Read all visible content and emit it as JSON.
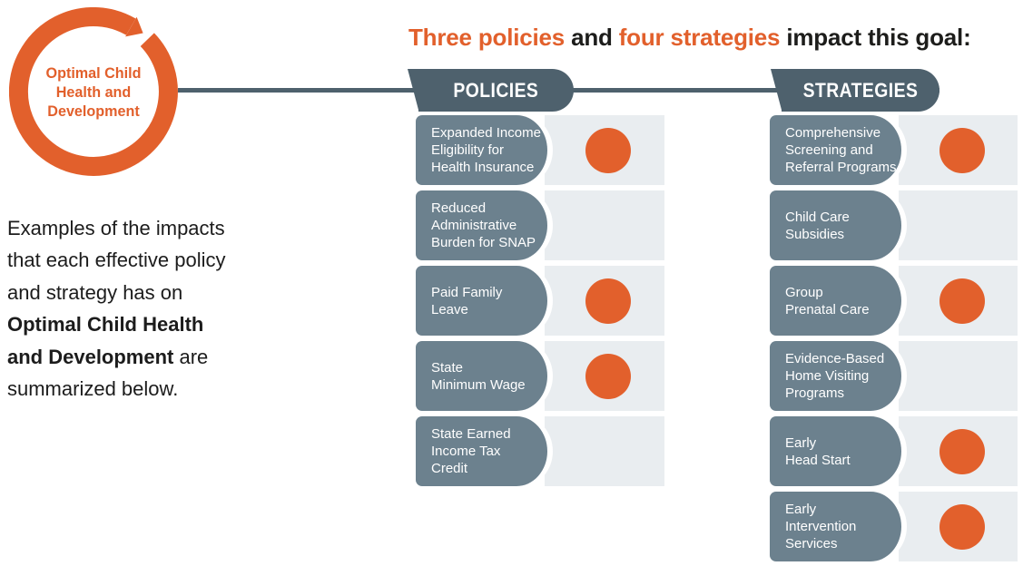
{
  "title": {
    "segments": [
      {
        "text": "Three policies",
        "emphasis": true
      },
      {
        "text": " and ",
        "emphasis": false
      },
      {
        "text": "four strategies",
        "emphasis": true
      },
      {
        "text": " impact this goal:",
        "emphasis": false
      }
    ]
  },
  "goal_badge": {
    "lines": [
      "Optimal Child",
      "Health and",
      "Development"
    ],
    "icon": "circular-arrow-ring"
  },
  "note": {
    "lines": [
      {
        "bold": "",
        "normal": "Examples of the impacts"
      },
      {
        "bold": "",
        "normal": "that each effective policy"
      },
      {
        "bold": "",
        "normal": "and strategy has on"
      },
      {
        "bold": "Optimal Child Health",
        "normal": ""
      },
      {
        "bold": "and Development",
        "normal": " are"
      },
      {
        "bold": "",
        "normal": "summarized below."
      }
    ]
  },
  "columns": [
    {
      "id": "policies",
      "header": "POLICIES",
      "items": [
        {
          "label_lines": [
            "Expanded Income",
            "Eligibility for",
            "Health Insurance"
          ],
          "impact": true
        },
        {
          "label_lines": [
            "Reduced",
            "Administrative",
            "Burden for SNAP"
          ],
          "impact": false
        },
        {
          "label_lines": [
            "Paid Family",
            "Leave"
          ],
          "impact": true
        },
        {
          "label_lines": [
            "State",
            "Minimum Wage"
          ],
          "impact": true
        },
        {
          "label_lines": [
            "State Earned",
            "Income Tax",
            "Credit"
          ],
          "impact": false
        }
      ]
    },
    {
      "id": "strategies",
      "header": "STRATEGIES",
      "items": [
        {
          "label_lines": [
            "Comprehensive",
            "Screening and",
            "Referral Programs"
          ],
          "impact": true
        },
        {
          "label_lines": [
            "Child Care",
            "Subsidies"
          ],
          "impact": false
        },
        {
          "label_lines": [
            "Group",
            "Prenatal Care"
          ],
          "impact": true
        },
        {
          "label_lines": [
            "Evidence-Based",
            "Home Visiting",
            "Programs"
          ],
          "impact": false
        },
        {
          "label_lines": [
            "Early",
            "Head Start"
          ],
          "impact": true
        },
        {
          "label_lines": [
            "Early",
            "Intervention",
            "Services"
          ],
          "impact": true
        }
      ]
    }
  ],
  "icons": {
    "impact_marker": "orange-filled-circle",
    "goal_ring": "orange-circular-arrow"
  },
  "colors": {
    "accent_orange": "#E2602C",
    "header_slate": "#4E616D",
    "item_slate": "#6C818E",
    "panel_gray": "#E9EDF0",
    "text_ink": "#1d1d1b"
  }
}
